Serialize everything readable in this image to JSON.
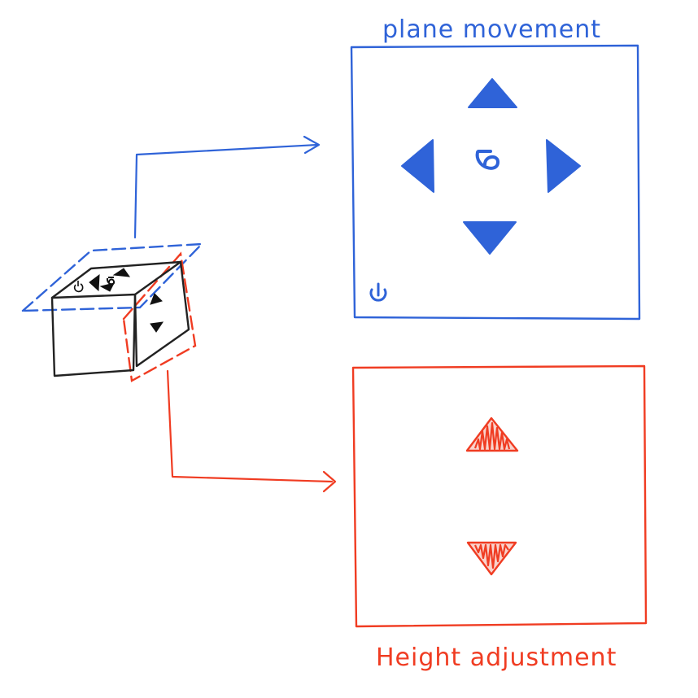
{
  "colors": {
    "blue": "#2f63d8",
    "red": "#f03c22",
    "black": "#222222",
    "background": "#ffffff"
  },
  "plane_panel": {
    "title": "plane movement",
    "icons": [
      "arrow-up-icon",
      "arrow-left-icon",
      "rotate-icon",
      "arrow-right-icon",
      "arrow-down-icon",
      "power-icon"
    ]
  },
  "height_panel": {
    "title": "Height adjustment",
    "icons": [
      "arrow-up-icon",
      "arrow-down-icon"
    ]
  },
  "device_sketch": {
    "top_face_icons": [
      "power-icon",
      "arrow-left-icon",
      "rotate-icon",
      "arrow-up-icon",
      "arrow-right-icon"
    ],
    "side_face_icons": [
      "arrow-up-icon",
      "arrow-down-icon"
    ]
  },
  "connectors": [
    {
      "from": "device top face",
      "to": "plane movement",
      "color": "blue"
    },
    {
      "from": "device side face",
      "to": "Height adjustment",
      "color": "red"
    }
  ]
}
